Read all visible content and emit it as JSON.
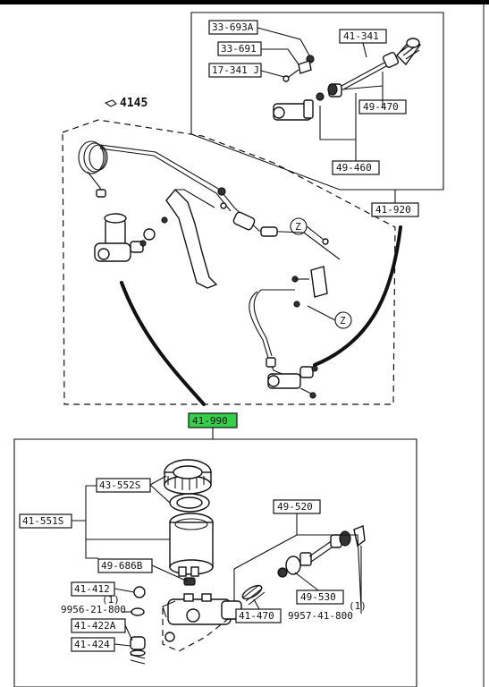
{
  "labels": {
    "p33_693a": "33-693A",
    "p33_691": "33-691",
    "p17_341j": "17-341 J",
    "p41_341": "41-341",
    "p49_470": "49-470",
    "p49_460": "49-460",
    "p41_920": "41-920",
    "p4145": "4145",
    "zone_z1": "Z",
    "zone_z2": "Z",
    "p41_990": "41-990",
    "p43_552s": "43-552S",
    "p41_551s": "41-551S",
    "p49_686b": "49-686B",
    "p49_520": "49-520",
    "p41_412": "41-412",
    "p9956_qty": "(1)",
    "p9956": "9956-21-800",
    "p41_422a": "41-422A",
    "p41_424": "41-424",
    "p41_470": "41-470",
    "p49_530": "49-530",
    "p9957_qty": "(1)",
    "p9957": "9957-41-800"
  },
  "colors": {
    "highlight": "#35d04a",
    "ink": "#111111",
    "paper": "#ffffff"
  }
}
